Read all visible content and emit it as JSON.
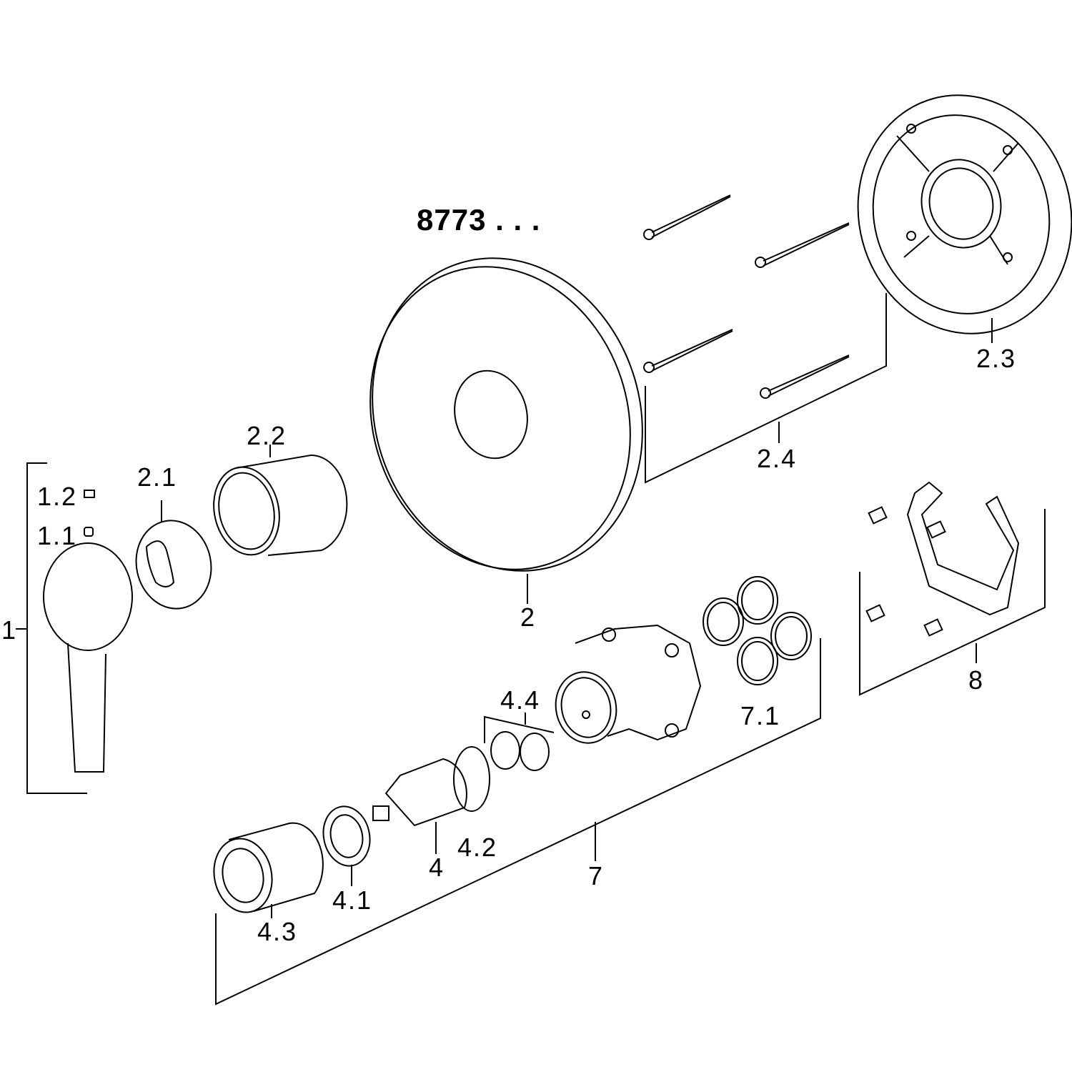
{
  "title": "8773 . . .",
  "colors": {
    "line": "#000000",
    "background": "#ffffff"
  },
  "parts": [
    {
      "id": "p1",
      "label": "1"
    },
    {
      "id": "p1_1",
      "label": "1.1"
    },
    {
      "id": "p1_2",
      "label": "1.2"
    },
    {
      "id": "p2",
      "label": "2"
    },
    {
      "id": "p2_1",
      "label": "2.1"
    },
    {
      "id": "p2_2",
      "label": "2.2"
    },
    {
      "id": "p2_3",
      "label": "2.3"
    },
    {
      "id": "p2_4",
      "label": "2.4"
    },
    {
      "id": "p4",
      "label": "4"
    },
    {
      "id": "p4_1",
      "label": "4.1"
    },
    {
      "id": "p4_2",
      "label": "4.2"
    },
    {
      "id": "p4_3",
      "label": "4.3"
    },
    {
      "id": "p4_4",
      "label": "4.4"
    },
    {
      "id": "p7",
      "label": "7"
    },
    {
      "id": "p7_1",
      "label": "7.1"
    },
    {
      "id": "p8",
      "label": "8"
    }
  ]
}
